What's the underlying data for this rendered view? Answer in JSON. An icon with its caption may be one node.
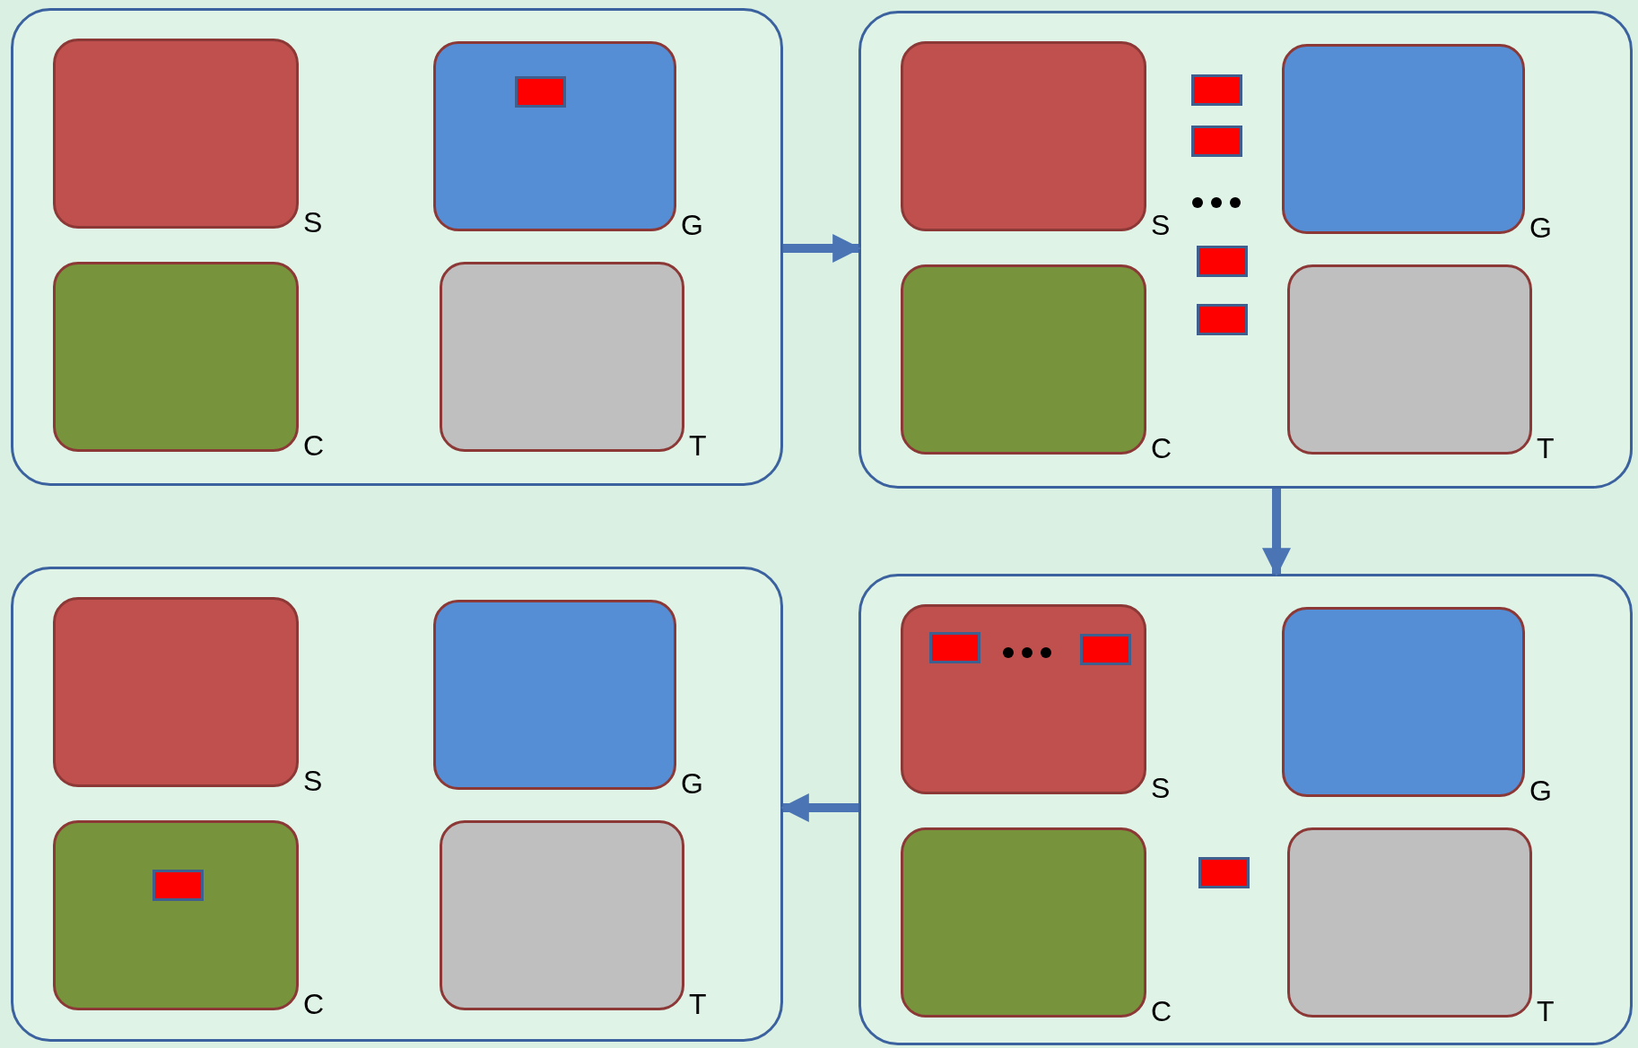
{
  "diagram": {
    "nodes": [
      {
        "text": [],
        "shape": "box"
      },
      {
        "text": [],
        "shape": "box",
        "in": 0,
        "beside": [
          "S"
        ]
      },
      {
        "text": [],
        "shape": "box",
        "in": 0,
        "beside": [
          "G"
        ]
      },
      {
        "text": [],
        "shape": "box",
        "in": 2
      },
      {
        "text": [],
        "shape": "box",
        "in": 0,
        "beside": [
          "C"
        ]
      },
      {
        "text": [],
        "shape": "box",
        "in": 0,
        "beside": [
          "T"
        ]
      },
      {
        "text": [],
        "shape": "box"
      },
      {
        "text": [],
        "shape": "box",
        "in": 6,
        "beside": [
          "S"
        ]
      },
      {
        "text": [],
        "shape": "box",
        "in": 6,
        "beside": [
          "G"
        ]
      },
      {
        "text": [],
        "shape": "box",
        "in": 6,
        "beside": [
          "C"
        ]
      },
      {
        "text": [],
        "shape": "box",
        "in": 6,
        "beside": [
          "T"
        ]
      },
      {
        "text": [],
        "shape": "box",
        "in": 6
      },
      {
        "text": [],
        "shape": "box",
        "in": 6
      },
      {
        "text": [],
        "shape": "box",
        "in": 6
      },
      {
        "text": [],
        "shape": "box",
        "in": 6
      },
      {
        "text": [],
        "shape": "box"
      },
      {
        "text": [],
        "shape": "box",
        "in": 15,
        "beside": [
          "S"
        ]
      },
      {
        "text": [],
        "shape": "box",
        "in": 15,
        "beside": [
          "G"
        ]
      },
      {
        "text": [],
        "shape": "box",
        "in": 15,
        "beside": [
          "C"
        ]
      },
      {
        "text": [],
        "shape": "box",
        "in": 18
      },
      {
        "text": [],
        "shape": "box",
        "in": 15,
        "beside": [
          "T"
        ]
      },
      {
        "text": [],
        "shape": "box"
      },
      {
        "text": [],
        "shape": "box",
        "in": 21,
        "beside": [
          "S"
        ]
      },
      {
        "text": [],
        "shape": "box",
        "in": 22
      },
      {
        "text": [],
        "shape": "box",
        "in": 22
      },
      {
        "text": [],
        "shape": "box",
        "in": 21,
        "beside": [
          "G"
        ]
      },
      {
        "text": [],
        "shape": "box",
        "in": 21,
        "beside": [
          "C"
        ]
      },
      {
        "text": [],
        "shape": "box",
        "in": 21,
        "beside": [
          "T"
        ]
      },
      {
        "text": [],
        "shape": "box",
        "in": 21
      }
    ],
    "edges": [
      {
        "from": 0,
        "to": 6,
        "arrow": "to"
      },
      {
        "from": 6,
        "to": 21,
        "arrow": "to"
      },
      {
        "from": 21,
        "to": 15,
        "arrow": "to"
      }
    ]
  }
}
